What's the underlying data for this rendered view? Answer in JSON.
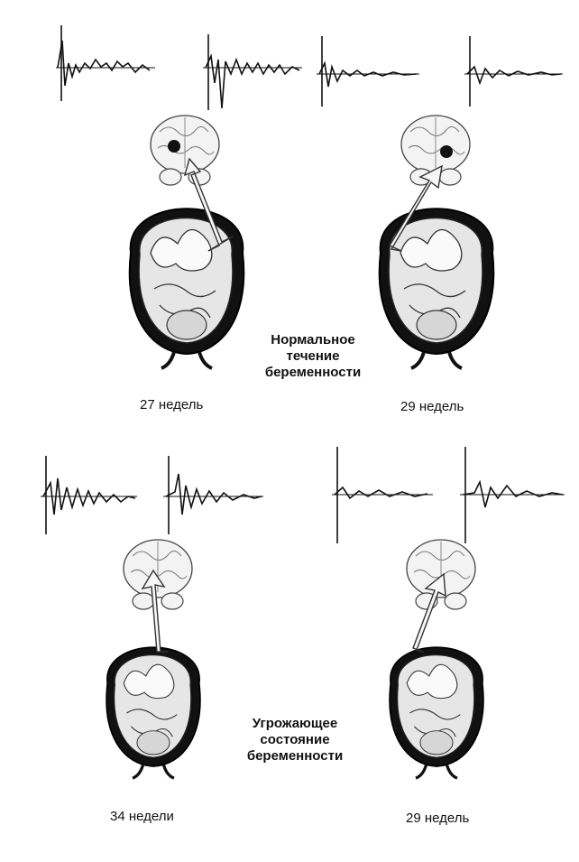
{
  "top_section": {
    "caption": [
      "Нормальное",
      "течение",
      "беременности"
    ],
    "left_label": "27 недель",
    "right_label": "29 недель"
  },
  "bottom_section": {
    "caption": [
      "Угрожающее",
      "состояние",
      "беременности"
    ],
    "left_label": "34 недели",
    "right_label": "29 недель"
  },
  "colors": {
    "ink": "#111111",
    "fill_dark": "#1a1a1a",
    "fill_light": "#eeeeee"
  }
}
